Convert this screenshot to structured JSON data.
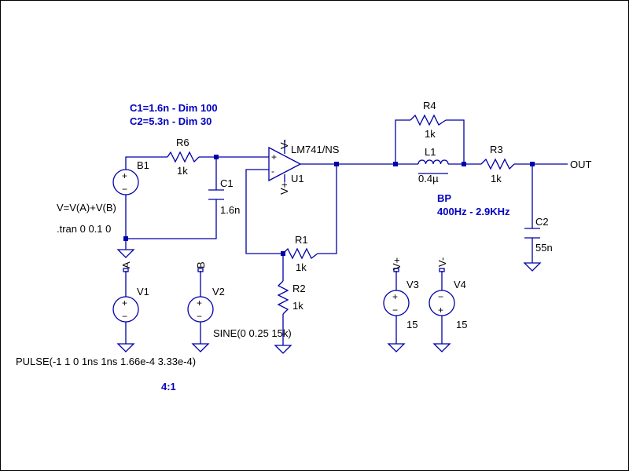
{
  "colors": {
    "wire": "#0000a8",
    "annotation": "#0000c0",
    "label": "#000000",
    "border": "#000000"
  },
  "annotations": {
    "c1_note": "C1=1.6n - Dim 100",
    "c2_note": "C2=5.3n - Dim 30",
    "bp_title": "BP",
    "bp_range": "400Hz - 2.9KHz",
    "ratio": "4:1"
  },
  "directives": {
    "behavioral_expr": "V=V(A)+V(B)",
    "tran": ".tran 0 0.1 0",
    "pulse": "PULSE(-1 1 0 1ns 1ns 1.66e-4 3.33e-4)",
    "sine": "SINE(0 0.25 15k)"
  },
  "components": {
    "b1": {
      "name": "B1"
    },
    "r6": {
      "name": "R6",
      "value": "1k"
    },
    "c1": {
      "name": "C1",
      "value": "1.6n"
    },
    "u1": {
      "name": "U1",
      "model": "LM741/NS",
      "pin_vminus": "V-",
      "pin_vplus": "V+",
      "pin_minus": "-",
      "pin_plus": "+"
    },
    "r1": {
      "name": "R1",
      "value": "1k"
    },
    "r2": {
      "name": "R2",
      "value": "1k"
    },
    "r4": {
      "name": "R4",
      "value": "1k"
    },
    "l1": {
      "name": "L1",
      "value": "0.4µ"
    },
    "r3": {
      "name": "R3",
      "value": "1k"
    },
    "c2": {
      "name": "C2",
      "value": "55n"
    },
    "v1": {
      "name": "V1"
    },
    "v2": {
      "name": "V2"
    },
    "v3": {
      "name": "V3",
      "value": "15"
    },
    "v4": {
      "name": "V4",
      "value": "15"
    }
  },
  "nets": {
    "a": "A",
    "b": "B",
    "vplus": "V+",
    "vminus": "V-",
    "out": "OUT"
  },
  "sign": {
    "plus": "+",
    "minus": "−"
  }
}
